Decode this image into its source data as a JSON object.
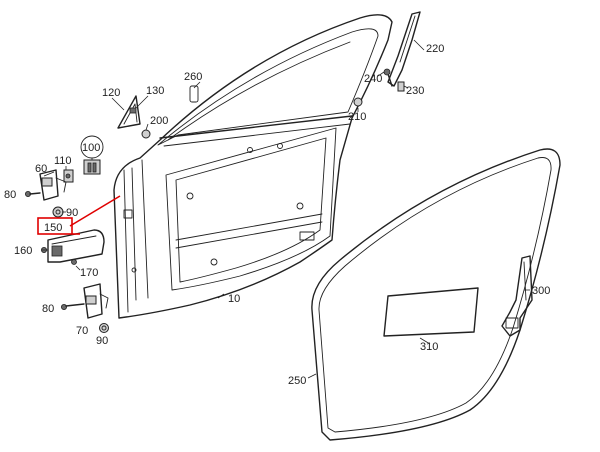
{
  "highlight_color": "#e00000",
  "line_color": "#222222",
  "labels": {
    "p10": "10",
    "p60": "60",
    "p70": "70",
    "p80a": "80",
    "p80b": "80",
    "p90a": "90",
    "p90b": "90",
    "p100": "100",
    "p110": "110",
    "p120": "120",
    "p130": "130",
    "p150": "150",
    "p160": "160",
    "p170": "170",
    "p200": "200",
    "p210": "210",
    "p220": "220",
    "p230": "230",
    "p240": "240",
    "p250": "250",
    "p260": "260",
    "p300": "300",
    "p310": "310"
  }
}
